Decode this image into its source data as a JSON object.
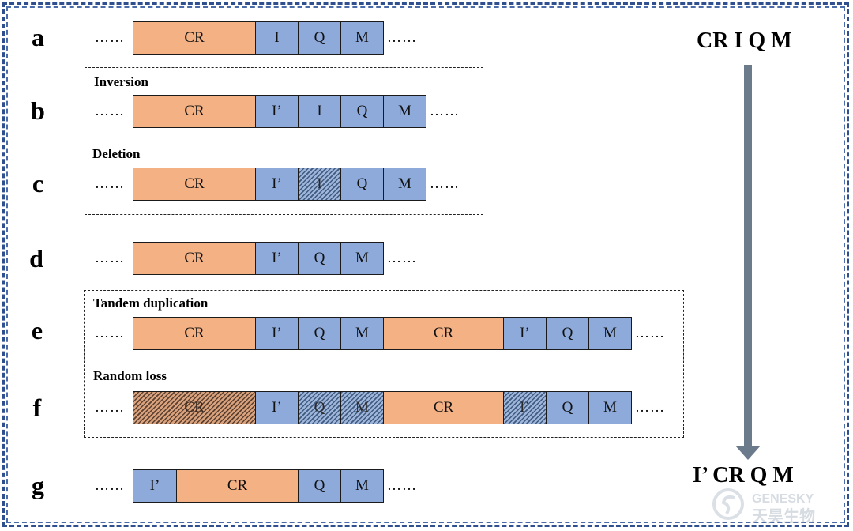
{
  "rows": {
    "a": {
      "label": "a",
      "segments": [
        "CR",
        "I",
        "Q",
        "M"
      ]
    },
    "b": {
      "label": "b",
      "segments": [
        "CR",
        "I’",
        "I",
        "Q",
        "M"
      ]
    },
    "c": {
      "label": "c",
      "segments": [
        "CR",
        "I’",
        "I",
        "Q",
        "M"
      ]
    },
    "d": {
      "label": "d",
      "segments": [
        "CR",
        "I’",
        "Q",
        "M"
      ]
    },
    "e": {
      "label": "e",
      "segments": [
        "CR",
        "I’",
        "Q",
        "M",
        "CR",
        "I’",
        "Q",
        "M"
      ]
    },
    "f": {
      "label": "f",
      "segments": [
        "CR",
        "I’",
        "Q",
        "M",
        "CR",
        "I’",
        "Q",
        "M"
      ]
    },
    "g": {
      "label": "g",
      "segments": [
        "I’",
        "CR",
        "Q",
        "M"
      ]
    }
  },
  "dots": "……",
  "captions": {
    "inversion": "Inversion",
    "deletion": "Deletion",
    "tandem": "Tandem duplication",
    "random_loss": "Random loss"
  },
  "arrangement": {
    "start": "CR I Q M",
    "end": "I’ CR Q M"
  },
  "watermark": {
    "brand": "GENESKY",
    "chinese": "天昊生物"
  },
  "colors": {
    "cr": "#f4b184",
    "gene": "#8eaadb",
    "frame": "#2f4f8f",
    "arrow": "#6b7b8c"
  }
}
